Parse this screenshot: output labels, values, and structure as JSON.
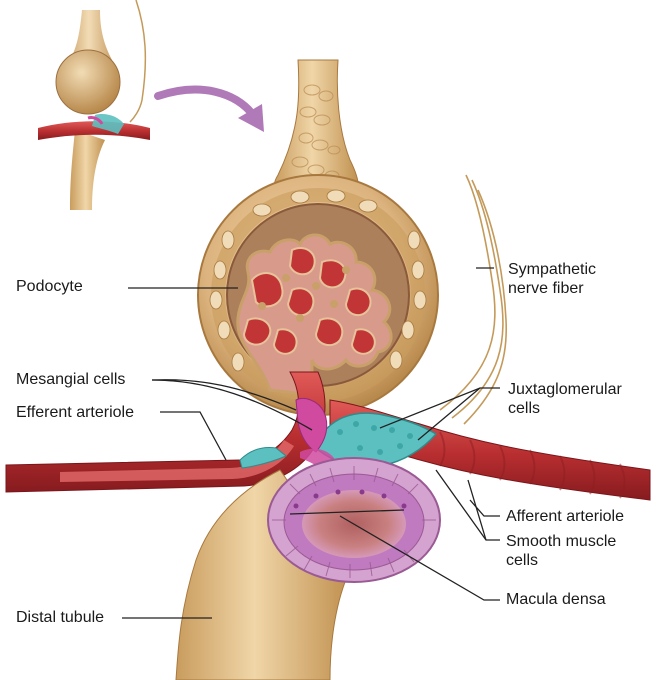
{
  "labels": {
    "podocyte": "Podocyte",
    "sympathetic_line1": "Sympathetic",
    "sympathetic_line2": "nerve fiber",
    "mesangial": "Mesangial cells",
    "jg_line1": "Juxtaglomerular",
    "jg_line2": "cells",
    "efferent": "Efferent arteriole",
    "afferent": "Afferent arteriole",
    "smooth_line1": "Smooth muscle",
    "smooth_line2": "cells",
    "macula": "Macula densa",
    "distal": "Distal tubule"
  },
  "colors": {
    "capsule": "#d9b07a",
    "capsule_dark": "#a8793f",
    "vessel": "#c4393a",
    "vessel_dark": "#8e1f22",
    "lumen": "#e46a6a",
    "jg_cells": "#5cc0c0",
    "mesangial": "#d04aa0",
    "macula": "#c07ac0",
    "arrow": "#b07ab8",
    "leader": "#222222"
  }
}
